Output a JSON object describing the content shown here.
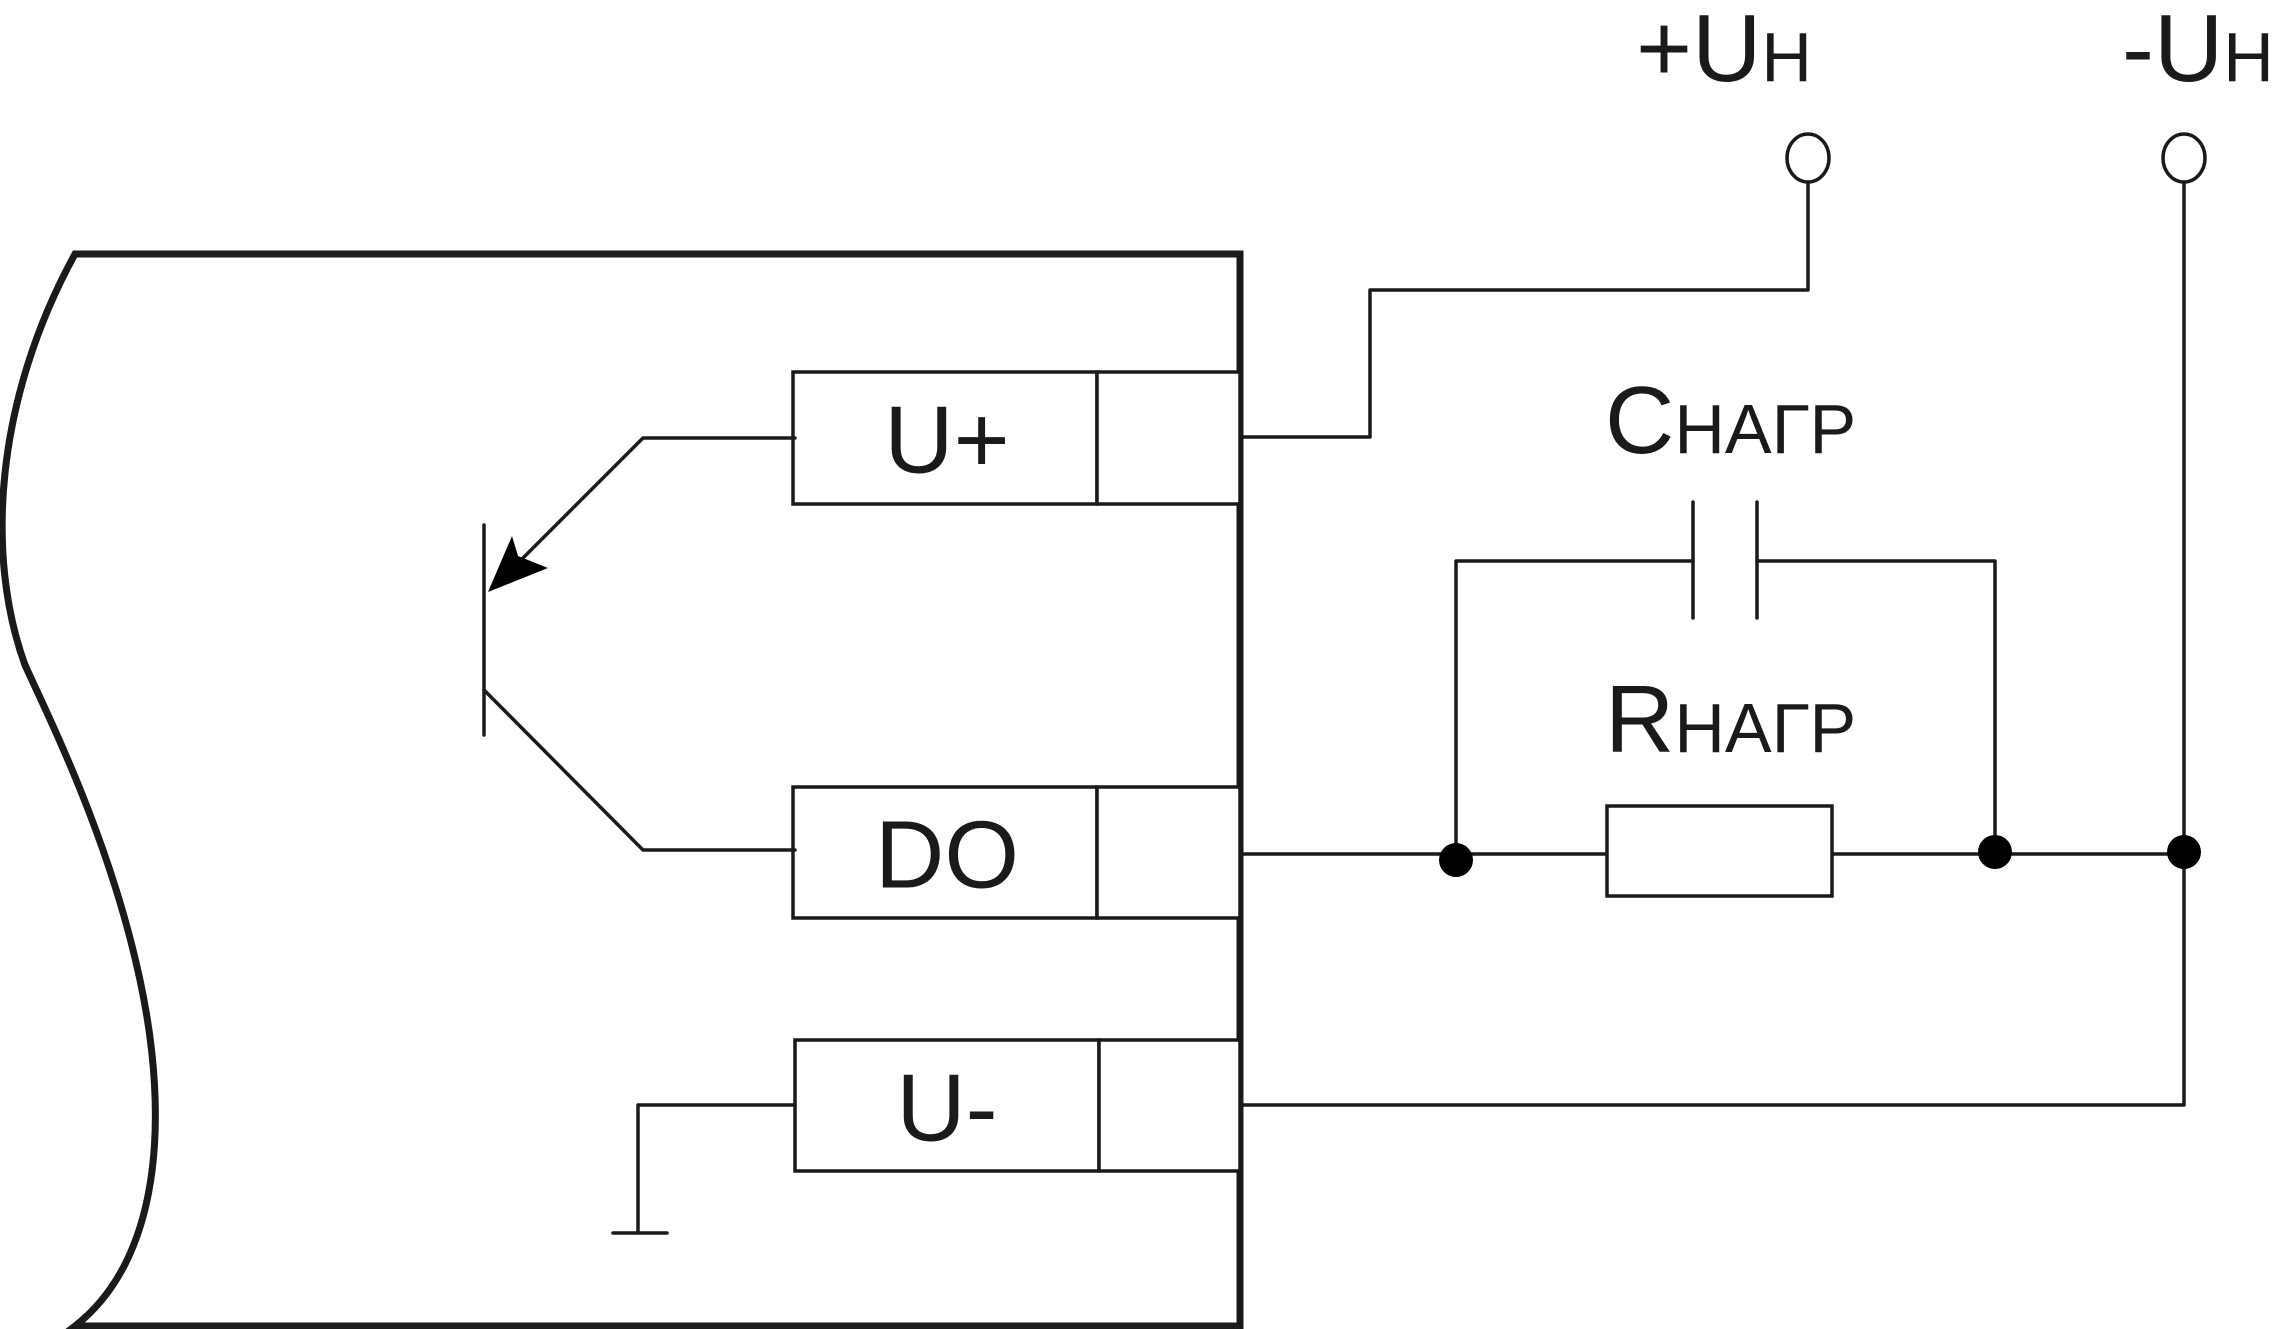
{
  "labels": {
    "supply_plus": {
      "main": "+U",
      "sub": "Н"
    },
    "supply_minus": {
      "main": "-U",
      "sub": "Н"
    },
    "capacitor": {
      "main": "C",
      "sub": "НАГР"
    },
    "resistor": {
      "main": "R",
      "sub": "НАГР"
    }
  },
  "pins": {
    "u_plus": "U+",
    "do": "DO",
    "u_minus": "U-"
  }
}
